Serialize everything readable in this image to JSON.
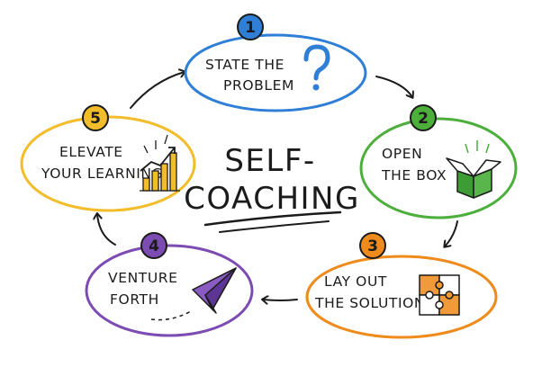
{
  "title": {
    "line1": "SELF-",
    "line2": "COACHING"
  },
  "colors": {
    "step1": "#2f7fd6",
    "step2": "#4caf3c",
    "step3": "#ef8a1c",
    "step4": "#7d4cb3",
    "step5": "#f2bd2a",
    "ink": "#1b1b1b"
  },
  "steps": [
    {
      "number": "1",
      "line1": "STATE THE",
      "line2": "PROBLEM",
      "icon": "question-mark-icon"
    },
    {
      "number": "2",
      "line1": "OPEN",
      "line2": "THE BOX",
      "icon": "open-box-icon"
    },
    {
      "number": "3",
      "line1": "LAY OUT",
      "line2": "THE SOLUTION",
      "icon": "puzzle-icon"
    },
    {
      "number": "4",
      "line1": "VENTURE",
      "line2": "FORTH",
      "icon": "paper-plane-icon"
    },
    {
      "number": "5",
      "line1": "ELEVATE",
      "line2": "YOUR LEARNING",
      "icon": "growth-chart-icon"
    }
  ]
}
